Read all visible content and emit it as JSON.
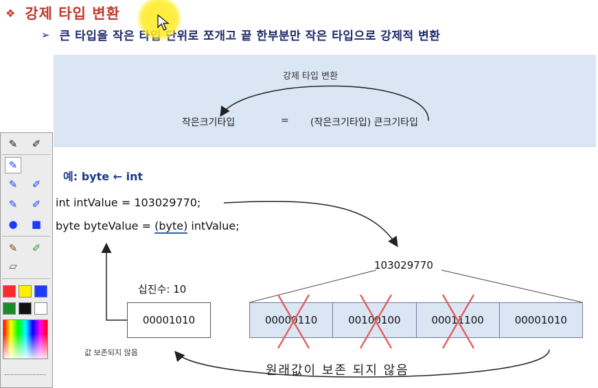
{
  "heading": {
    "bullet": "❖",
    "title": "강제 타입 변환",
    "sub_bullet": "➢",
    "subtitle": "큰 타입을 작은 타입 단위로 쪼개고 끝 한부분만 작은 타입으로 강제적 변환"
  },
  "panel": {
    "label": "강제 타입 변환",
    "left": "작은크기타입",
    "equals": "=",
    "right": "(작은크기타입) 큰크기타입"
  },
  "example": {
    "heading": "예: byte ← int",
    "line1": "int intValue = 103029770;",
    "line2_prefix": "byte byteValue = ",
    "line2_cast": "(byte)",
    "line2_suffix": " intValue;"
  },
  "diagram": {
    "int_value": "103029770",
    "decimal_label": "십진수: 10",
    "result_byte": "00001010",
    "bytes": [
      "00000110",
      "00100100",
      "00011100",
      "00001010"
    ],
    "small_note": "값 보존되지 않음",
    "big_note": "원래값이 보존 되지 않음"
  },
  "colors": {
    "title": "#c0392b",
    "subtitle": "#1e2a6e",
    "panel": "#dbe6f4",
    "cross": "#e06060"
  },
  "palette": {
    "swatches": [
      "#ff2a2a",
      "#ffee00",
      "#1a3cff",
      "#1c8a2a",
      "#111111",
      "#ffffff"
    ]
  }
}
